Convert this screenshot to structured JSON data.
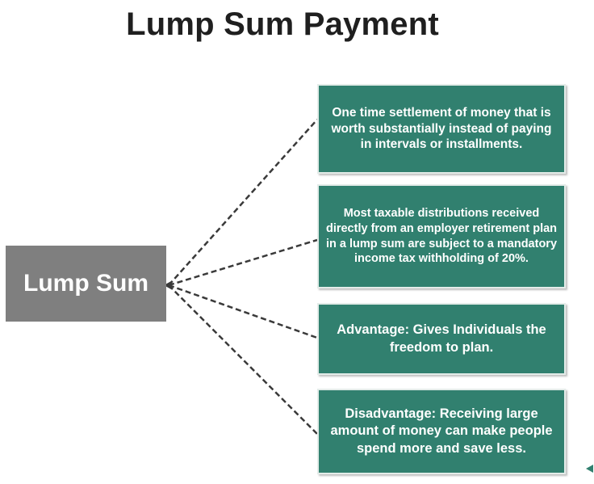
{
  "title": "Lump Sum Payment",
  "hub": {
    "label": "Lump Sum",
    "color": "#7f7f7f"
  },
  "boxes": [
    {
      "text": "One time settlement of money that is worth substantially instead of paying in intervals or installments."
    },
    {
      "text": "Most taxable distributions received directly from an employer retirement plan in a lump sum are subject to a mandatory income tax withholding of 20%."
    },
    {
      "text": "Advantage: Gives Individuals the freedom to plan."
    },
    {
      "text": "Disadvantage:  Receiving large amount of money can make people spend more and save less."
    }
  ],
  "colors": {
    "box_fill": "#31806f",
    "connector": "#3a3a3a",
    "title_text": "#1f1f1f"
  }
}
